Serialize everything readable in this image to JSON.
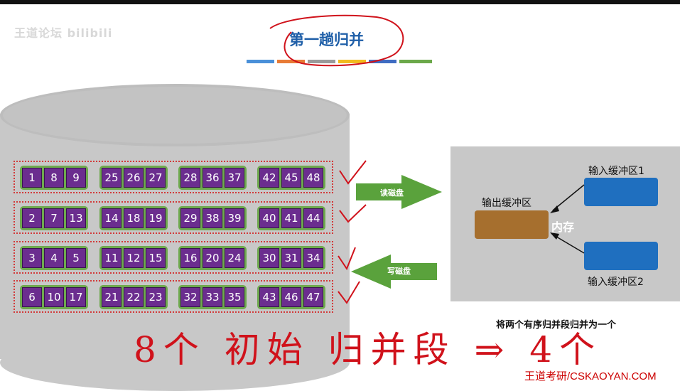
{
  "watermark": "王道论坛 bilibili",
  "title": "第一趟归并",
  "colors": {
    "title": "#1f5fa8",
    "cell": "#6b2d8f",
    "run": "#6ea94e",
    "input_buffer": "#1f6fbf",
    "output_buffer": "#a66f2e",
    "annotation": "#d0121b",
    "colorbar": [
      "#4a90d9",
      "#e87b36",
      "#9a9a9a",
      "#f2bb1e",
      "#3f6cc2",
      "#6ba84a"
    ]
  },
  "disk": {
    "rows": [
      [
        [
          1,
          8,
          9
        ],
        [
          25,
          26,
          27
        ],
        [
          28,
          36,
          37
        ],
        [
          42,
          45,
          48
        ]
      ],
      [
        [
          2,
          7,
          13
        ],
        [
          14,
          18,
          19
        ],
        [
          29,
          38,
          39
        ],
        [
          40,
          41,
          44
        ]
      ],
      [
        [
          3,
          4,
          5
        ],
        [
          11,
          12,
          15
        ],
        [
          16,
          20,
          24
        ],
        [
          30,
          31,
          34
        ]
      ],
      [
        [
          6,
          10,
          17
        ],
        [
          21,
          22,
          23
        ],
        [
          32,
          33,
          35
        ],
        [
          43,
          46,
          47
        ]
      ]
    ]
  },
  "arrows": {
    "read": "读磁盘",
    "write": "写磁盘"
  },
  "memory": {
    "input_buffer_1": "输入缓冲区1",
    "input_buffer_2": "输入缓冲区2",
    "output_buffer": "输出缓冲区",
    "label": "内存"
  },
  "caption": "将两个有序归并段归并为一个",
  "annotation": "8个 初始 归并段 ⇒ 4个",
  "brand": "王道考研/CSKAOYAN.COM"
}
